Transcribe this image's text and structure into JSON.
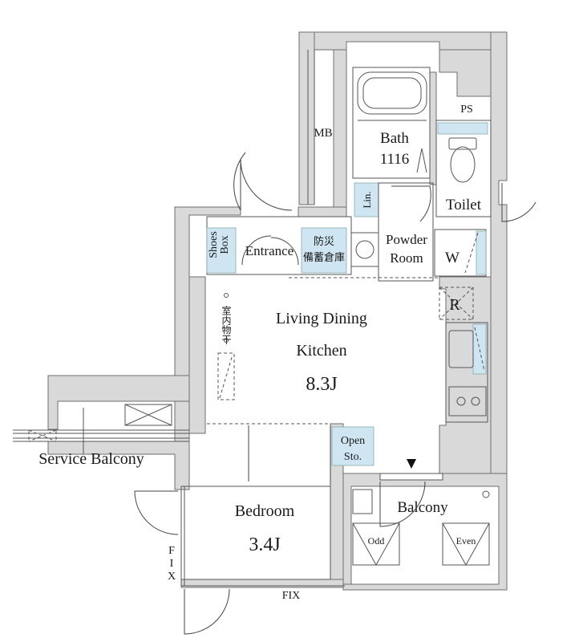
{
  "rooms": {
    "bath_name": "Bath",
    "bath_size": "1116",
    "mb": "MB",
    "ps": "PS",
    "toilet": "Toilet",
    "lin": "Lin.",
    "powder_line1": "Powder",
    "powder_line2": "Room",
    "w": "W",
    "shoes_line1": "Shoes",
    "shoes_line2": "Box",
    "entrance": "Entrance",
    "disaster_line1": "防災",
    "disaster_line2": "備蓄倉庫",
    "ldk_line1": "Living Dining",
    "ldk_line2": "Kitchen",
    "ldk_size": "8.3J",
    "indoor_dry": "室内物干",
    "r": "R",
    "open_sto_line1": "Open",
    "open_sto_line2": "Sto.",
    "bedroom": "Bedroom",
    "bedroom_size": "3.4J",
    "balcony": "Balcony",
    "odd": "Odd",
    "even": "Even",
    "service_balcony": "Service Balcony",
    "fix_bottom": "FIX",
    "fix_side_1": "F",
    "fix_side_2": "I",
    "fix_side_3": "X"
  },
  "colors": {
    "wall_fill": "#d9d9d9",
    "storage_fill": "#cfe6f2",
    "line": "#555555"
  }
}
